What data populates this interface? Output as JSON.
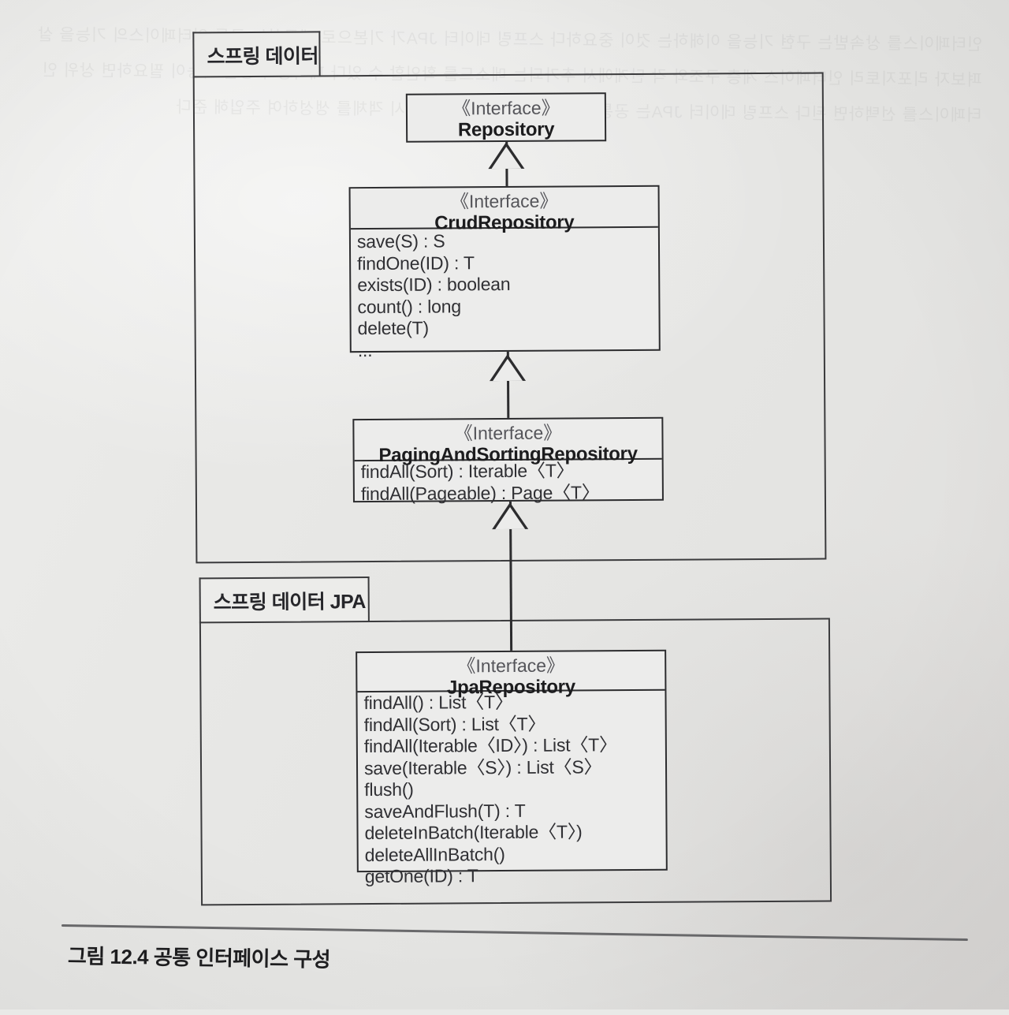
{
  "figure": {
    "caption": "그림 12.4 공통 인터페이스 구성"
  },
  "packages": [
    {
      "name": "스프링 데이터"
    },
    {
      "name": "스프링 데이터 JPA"
    }
  ],
  "classes": [
    {
      "stereotype": "《Interface》",
      "name": "Repository",
      "methods": []
    },
    {
      "stereotype": "《Interface》",
      "name": "CrudRepository",
      "methods": [
        "save(S) : S",
        "findOne(ID) : T",
        "exists(ID) : boolean",
        "count() : long",
        "delete(T)",
        "..."
      ]
    },
    {
      "stereotype": "《Interface》",
      "name": "PagingAndSortingRepository",
      "methods": [
        "findAll(Sort) : Iterable〈T〉",
        "findAll(Pageable) : Page〈T〉"
      ]
    },
    {
      "stereotype": "《Interface》",
      "name": "JpaRepository",
      "methods": [
        "findAll() : List〈T〉",
        "findAll(Sort) : List〈T〉",
        "findAll(Iterable〈ID〉) : List〈T〉",
        "save(Iterable〈S〉) : List〈S〉",
        "flush()",
        "saveAndFlush(T) : T",
        "deleteInBatch(Iterable〈T〉)",
        "deleteAllInBatch()",
        "getOne(ID) : T"
      ]
    }
  ],
  "relations": [
    {
      "kind": "generalization",
      "from": "CrudRepository",
      "to": "Repository"
    },
    {
      "kind": "generalization",
      "from": "PagingAndSortingRepository",
      "to": "CrudRepository"
    },
    {
      "kind": "generalization",
      "from": "JpaRepository",
      "to": "PagingAndSortingRepository"
    }
  ],
  "colors": {
    "paper": "#e9e9e7",
    "ink": "#2c2c2e",
    "stereotype_text": "#55555a"
  },
  "bleed_through": "인터페이스를 상속받는 구현 기능을 이해하는 것이 중요하다 스프링 데이터 JPA가 기본으로 제공하는 공통 인터페이스의 기능을 살펴보자 리포지토리 인터페이스 계층 구조와 각 단계에서 추가되는 메소드를 확인할 수 있다 페이징과 정렬 기능이 필요하면 상위 인터페이스를 선택하면 된다 스프링 데이터 JPA는 공통 인터페이스를 구현한 프록시 객체를 생성하여 주입해 준다"
}
